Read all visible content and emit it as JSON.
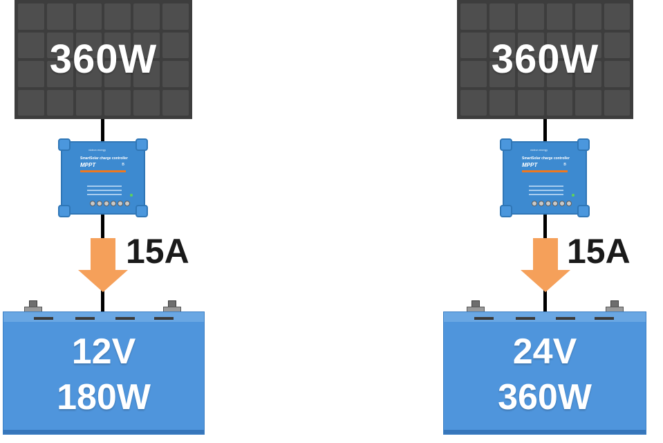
{
  "systems": [
    {
      "panel_power": "360W",
      "charge_current": "15A",
      "battery_voltage": "12V",
      "battery_power": "180W"
    },
    {
      "panel_power": "360W",
      "charge_current": "15A",
      "battery_voltage": "24V",
      "battery_power": "360W"
    }
  ],
  "controller": {
    "brand": "victron energy",
    "model": "SmartSolar charge controller",
    "type": "MPPT",
    "bluetooth_glyph": "ʙ"
  },
  "colors": {
    "panel": "#3d3d3d",
    "panel_cell": "#4e4e4e",
    "controller": "#3d8ad0",
    "arrow": "#f5a05a",
    "battery": "#4f95dc"
  },
  "icons": [
    "solar-panel-icon",
    "mppt-controller-icon",
    "current-arrow-icon",
    "battery-icon"
  ]
}
